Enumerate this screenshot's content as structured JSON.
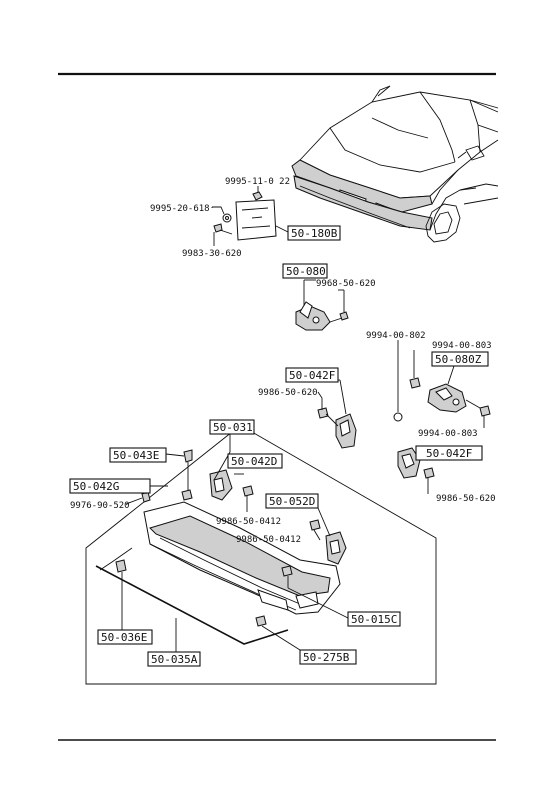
{
  "part_labels": {
    "p_9995_11_022": "9995-11-0 22",
    "p_9995_20_618": "9995-20-618",
    "p_9983_30_620": "9983-30-620",
    "p_9968_50_620": "9968-50-620",
    "p_9994_00_802": "9994-00-802",
    "p_9994_00_803a": "9994-00-803",
    "p_9986_50_620a": "9986-50-620",
    "p_9994_00_803b": "9994-00-803",
    "p_9986_50_620b": "9986-50-620",
    "p_9976_90_520": "9976-90-520",
    "p_9986_50_0412a": "9986-50-0412",
    "p_9986_50_0412b": "9986-50-0412"
  },
  "boxed_labels": {
    "b_50_180b": "50-180B",
    "b_50_080": "50-080",
    "b_50_042f_top": "50-042F",
    "b_50_080z": "50-080Z",
    "b_50_031": "50-031",
    "b_50_043e": "50-043E",
    "b_50_042d": "50-042D",
    "b_50_042f_right": "50-042F",
    "b_50_042g": "50-042G",
    "b_50_052d": "50-052D",
    "b_50_015c": "50-015C",
    "b_50_036e": "50-036E",
    "b_50_275b": "50-275B",
    "b_50_035a": "50-035A"
  }
}
